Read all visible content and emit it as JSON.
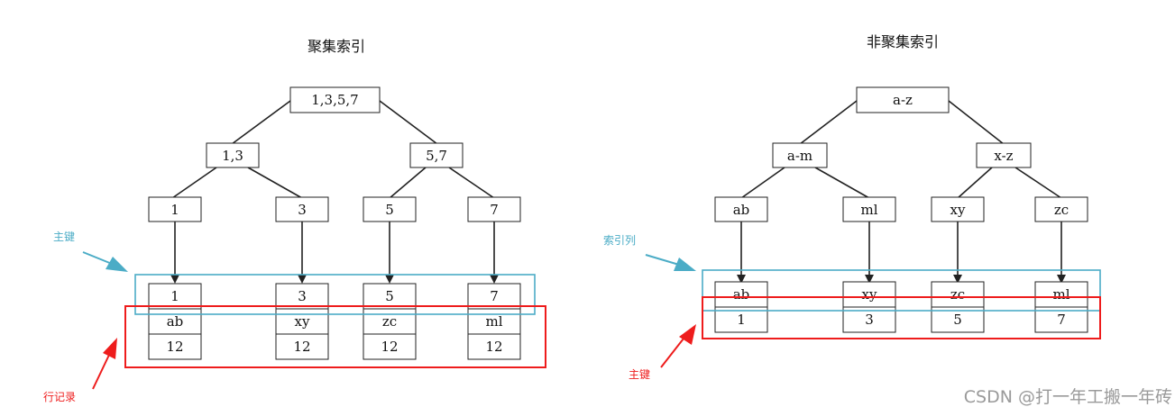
{
  "left": {
    "title": "聚集索引",
    "root": "1,3,5,7",
    "mid": [
      "1,3",
      "5,7"
    ],
    "leaves": [
      "1",
      "3",
      "5",
      "7"
    ],
    "records": [
      [
        "1",
        "ab",
        "12"
      ],
      [
        "3",
        "xy",
        "12"
      ],
      [
        "5",
        "zc",
        "12"
      ],
      [
        "7",
        "ml",
        "12"
      ]
    ],
    "callouts": {
      "primary_key": "主键",
      "row_record": "行记录"
    }
  },
  "right": {
    "title": "非聚集索引",
    "root": "a-z",
    "mid": [
      "a-m",
      "x-z"
    ],
    "leaves": [
      "ab",
      "ml",
      "xy",
      "zc"
    ],
    "records": [
      [
        "ab",
        "1"
      ],
      [
        "xy",
        "3"
      ],
      [
        "zc",
        "5"
      ],
      [
        "ml",
        "7"
      ]
    ],
    "callouts": {
      "index_column": "索引列",
      "primary_key": "主键"
    }
  },
  "colors": {
    "blue": "#4bacc6",
    "red": "#ee1c1c",
    "line": "#222222"
  },
  "watermark": "CSDN @打一年工搬一年砖"
}
